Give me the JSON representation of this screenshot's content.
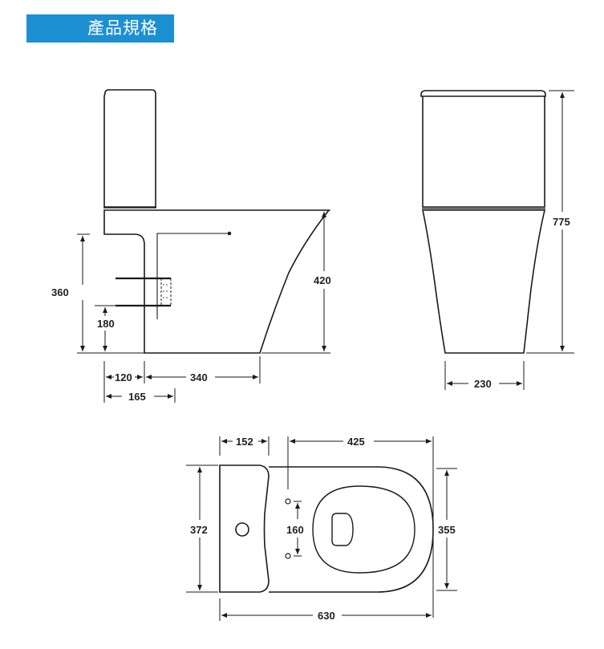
{
  "header": {
    "title": "產品規格"
  },
  "dimensions": {
    "side_total_height": "360",
    "side_inlet_height": "180",
    "side_bowl_height": "420",
    "side_offset_left": "120",
    "side_depth": "340",
    "side_rough_in": "165",
    "front_total_height": "775",
    "front_base_width": "230",
    "top_tank_depth": "152",
    "top_bowl_length": "425",
    "top_tank_width": "372",
    "top_hole_spacing": "160",
    "top_bowl_width": "355",
    "top_total_length": "630"
  },
  "colors": {
    "header_bg": "#1c8fd3",
    "header_text": "#ffffff",
    "line": "#1a1a1a"
  }
}
